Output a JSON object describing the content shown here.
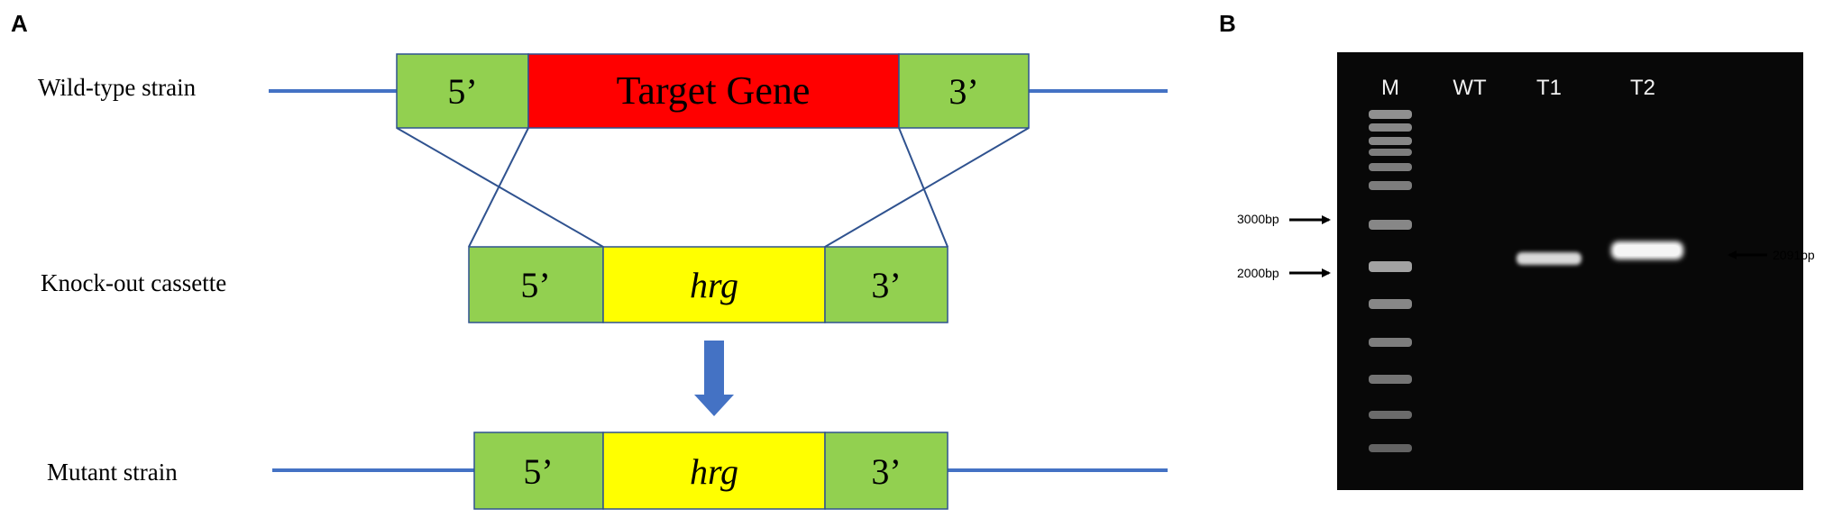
{
  "panel_a": {
    "letter": "A",
    "rows": [
      {
        "label": "Wild-type strain",
        "segments": [
          "5’",
          "Target Gene",
          "3’"
        ]
      },
      {
        "label": "Knock-out cassette",
        "segments": [
          "5’",
          "hrg",
          "3’"
        ]
      },
      {
        "label": "Mutant strain",
        "segments": [
          "5’",
          "hrg",
          "3’"
        ]
      }
    ],
    "colors": {
      "flank": "#92d050",
      "target": "#ff0000",
      "cassette": "#ffff00",
      "line": "#4472c4",
      "border": "#2f528f"
    }
  },
  "panel_b": {
    "letter": "B",
    "lanes": [
      "M",
      "WT",
      "T1",
      "T2"
    ],
    "markers": [
      "3000bp",
      "2000bp"
    ],
    "band_label": "2091bp"
  }
}
